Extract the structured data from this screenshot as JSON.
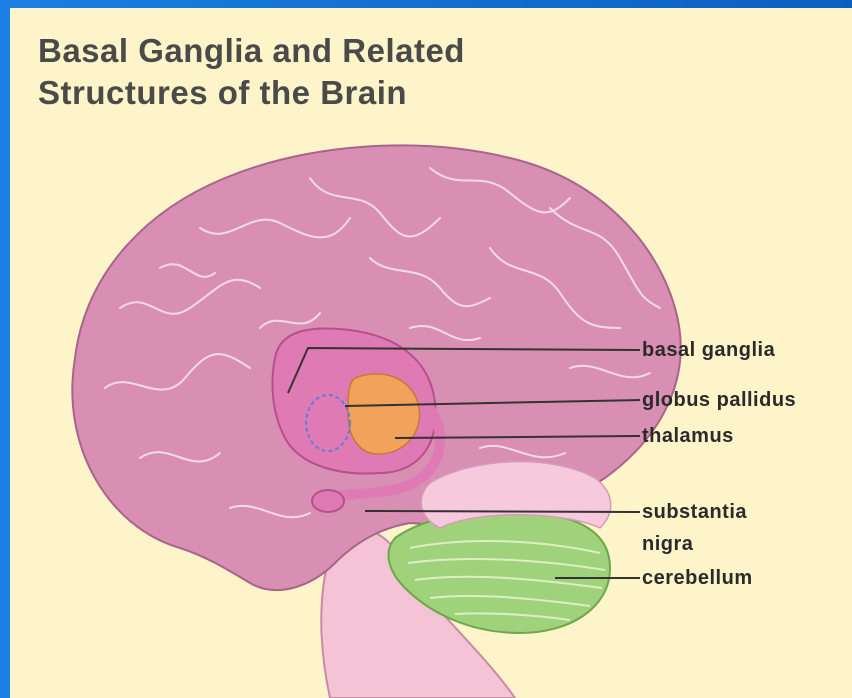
{
  "title": {
    "line1": "Basal Ganglia and Related",
    "line2": "Structures of the Brain"
  },
  "labels": {
    "basal_ganglia": "basal ganglia",
    "globus_pallidus": "globus pallidus",
    "thalamus": "thalamus",
    "substantia_nigra_line1": "substantia",
    "substantia_nigra_line2": "nigra",
    "cerebellum": "cerebellum"
  },
  "colors": {
    "frame": "#0a6fd0",
    "background": "#fdf4c9",
    "brain": "#d98fb3",
    "basal_ganglia": "#e07ab4",
    "thalamus": "#f2a25a",
    "cerebellum": "#9fd27a",
    "brainstem": "#f4c3d6",
    "text": "#2a2a2a"
  }
}
